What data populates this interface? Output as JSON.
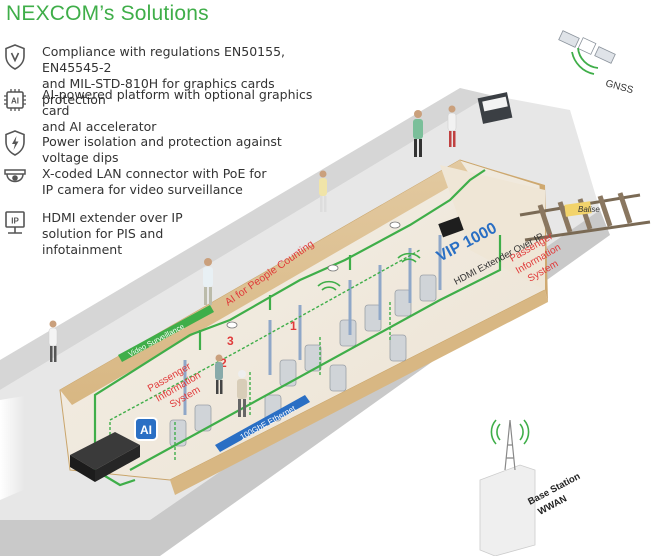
{
  "title": "NEXCOM’s Solutions",
  "features": [
    {
      "icon": "shield-v-icon",
      "line1": "Compliance with regulations EN50155, EN45545-2",
      "line2": "and MIL-STD-810H for graphics cards protection",
      "line3": ""
    },
    {
      "icon": "ai-chip-icon",
      "line1": "AI-powered platform with optional graphics card",
      "line2": "and AI accelerator",
      "line3": ""
    },
    {
      "icon": "shield-bolt-icon",
      "line1": "Power isolation and protection against voltage dips",
      "line2": "",
      "line3": ""
    },
    {
      "icon": "dome-camera-icon",
      "line1": "X-coded LAN connector with PoE for",
      "line2": "IP camera for video surveillance",
      "line3": ""
    },
    {
      "icon": "ip-monitor-icon",
      "line1": "HDMI extender over IP",
      "line2": "solution for PIS and",
      "line3": "infotainment"
    }
  ],
  "labels": {
    "gnss": "GNSS",
    "balise": "Balise",
    "base_station_line1": "Base Station",
    "base_station_line2": "WWAN",
    "vip_model": "VIP 1000",
    "hdmi_extender": "HDMI Extender Over IP",
    "pis_right_line1": "Passenger",
    "pis_right_line2": "Information",
    "pis_right_line3": "System",
    "pis_left_line1": "Passenger",
    "pis_left_line2": "Information",
    "pis_left_line3": "System",
    "ai_people_counting": "AI for People Counting",
    "video_surveillance": "Video Surveillance",
    "ethernet": "100GbE Ethernet",
    "ai_badge": "AI",
    "door_1": "1",
    "door_2": "2",
    "door_3": "3"
  }
}
